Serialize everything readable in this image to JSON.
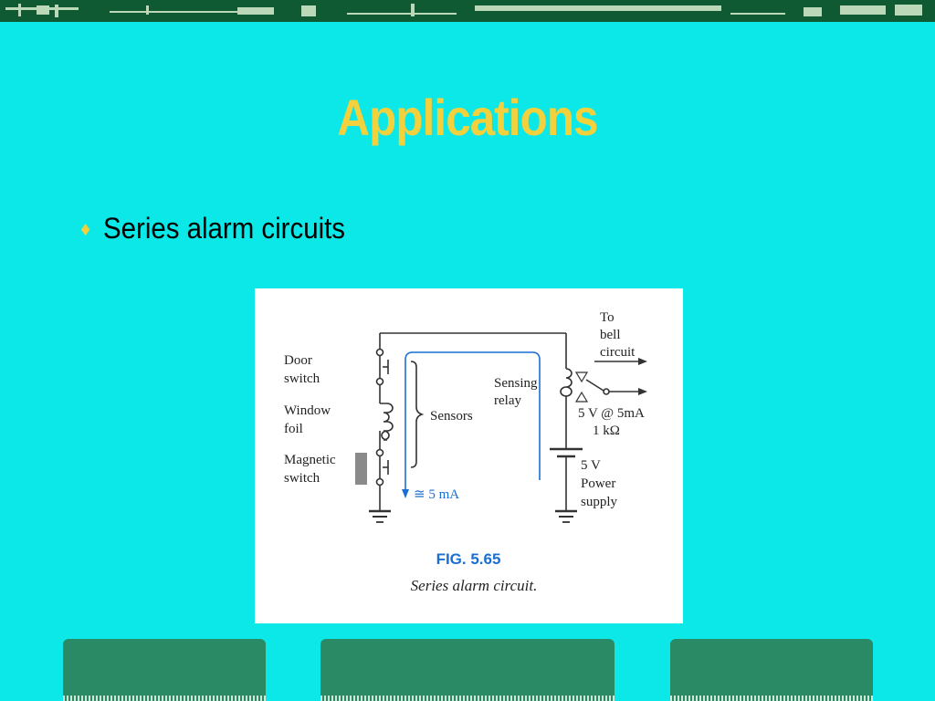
{
  "slide": {
    "title": "Applications",
    "bullets": [
      {
        "icon": "diamond-bullet-icon",
        "text": "Series alarm circuits"
      }
    ]
  },
  "figure": {
    "labels": {
      "door_switch": [
        "Door",
        "switch"
      ],
      "window_foil": [
        "Window",
        "foil"
      ],
      "magnetic_switch": [
        "Magnetic",
        "switch"
      ],
      "sensors": "Sensors",
      "current": "≅ 5 mA",
      "sensing_relay": [
        "Sensing",
        "relay"
      ],
      "to_bell": [
        "To",
        "bell",
        "circuit"
      ],
      "relay_rating": [
        "5 V @ 5mA",
        "1 kΩ"
      ],
      "power_supply": [
        "5 V",
        "Power",
        "supply"
      ]
    },
    "caption_number": "FIG. 5.65",
    "caption_text": "Series alarm circuit."
  },
  "colors": {
    "background": "#0ce8e8",
    "title": "#f3d13c",
    "block": "#2a8a66",
    "current_path": "#1a6fd1",
    "caption_number": "#1a6fd1"
  }
}
